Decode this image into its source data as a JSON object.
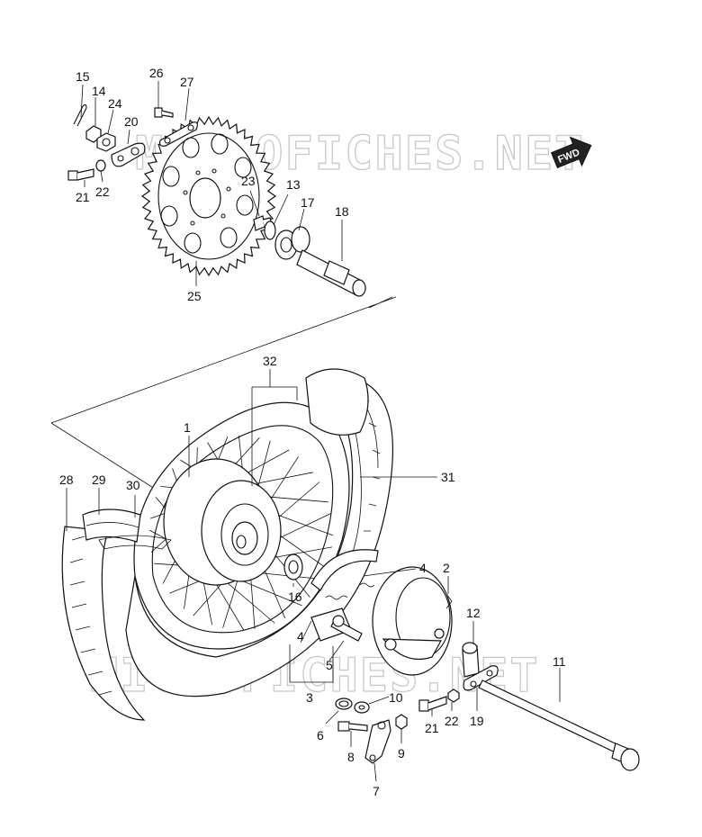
{
  "watermark": {
    "top": "MICROFICHES.NET",
    "bottom": "MICROFICHES.NET"
  },
  "fwd_label": "FWD",
  "callouts": [
    {
      "id": "c15",
      "text": "15"
    },
    {
      "id": "c14",
      "text": "14"
    },
    {
      "id": "c24",
      "text": "24"
    },
    {
      "id": "c20",
      "text": "20"
    },
    {
      "id": "c21a",
      "text": "21"
    },
    {
      "id": "c22a",
      "text": "22"
    },
    {
      "id": "c26",
      "text": "26"
    },
    {
      "id": "c27",
      "text": "27"
    },
    {
      "id": "c25",
      "text": "25"
    },
    {
      "id": "c23",
      "text": "23"
    },
    {
      "id": "c13",
      "text": "13"
    },
    {
      "id": "c17",
      "text": "17"
    },
    {
      "id": "c18",
      "text": "18"
    },
    {
      "id": "c32",
      "text": "32"
    },
    {
      "id": "c1",
      "text": "1"
    },
    {
      "id": "c31",
      "text": "31"
    },
    {
      "id": "c28",
      "text": "28"
    },
    {
      "id": "c29",
      "text": "29"
    },
    {
      "id": "c30",
      "text": "30"
    },
    {
      "id": "c16",
      "text": "16"
    },
    {
      "id": "c4a",
      "text": "4"
    },
    {
      "id": "c2",
      "text": "2"
    },
    {
      "id": "c12",
      "text": "12"
    },
    {
      "id": "c4b",
      "text": "4"
    },
    {
      "id": "c5",
      "text": "5"
    },
    {
      "id": "c3",
      "text": "3"
    },
    {
      "id": "c11",
      "text": "11"
    },
    {
      "id": "c10",
      "text": "10"
    },
    {
      "id": "c6",
      "text": "6"
    },
    {
      "id": "c21b",
      "text": "21"
    },
    {
      "id": "c22b",
      "text": "22"
    },
    {
      "id": "c19",
      "text": "19"
    },
    {
      "id": "c8",
      "text": "8"
    },
    {
      "id": "c9",
      "text": "9"
    },
    {
      "id": "c7",
      "text": "7"
    }
  ]
}
